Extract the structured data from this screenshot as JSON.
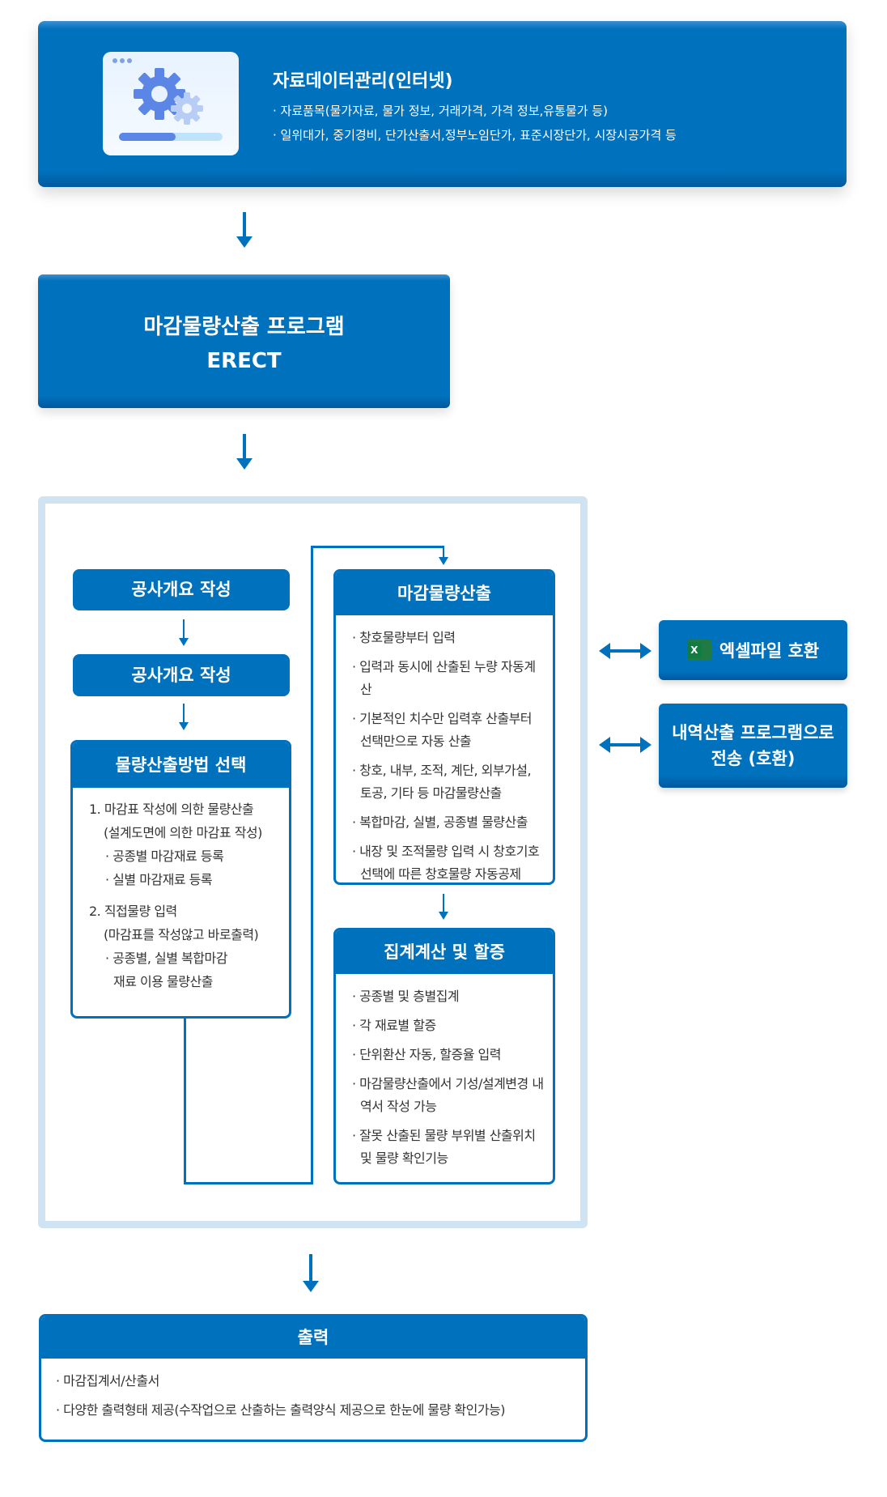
{
  "banner": {
    "title": "자료데이터관리(인터넷)",
    "lines": [
      "· 자료품목(물가자료, 물가 정보, 거래가격, 가격 정보,유통물가 등)",
      "· 일위대가, 중기경비, 단가산출서,정부노임단가, 표준시장단가, 시장시공가격 등"
    ],
    "icon": "gear-window-icon"
  },
  "program": {
    "title": "마감물량산출 프로그램",
    "name": "ERECT"
  },
  "left": {
    "step1": "공사개요 작성",
    "step2": "공사개요 작성",
    "method": {
      "title": "물량산출방법 선택",
      "lines": [
        "1. 마감표 작성에 의한 물량산출",
        "(설계도면에 의한 마감표 작성)",
        "· 공종별 마감재료 등록",
        "· 실별 마감재료 등록",
        "2. 직접물량 입력",
        "(마감표를 작성않고 바로출력)",
        "· 공종별, 실별 복합마감",
        "재료 이용 물량산출"
      ]
    }
  },
  "calc": {
    "title": "마감물량산출",
    "items": [
      "· 창호물량부터 입력",
      "· 입력과 동시에 산출된 누량 자동계산",
      "· 기본적인 치수만 입력후 산출부터 선택만으로 자동 산출",
      "· 창호, 내부, 조적, 계단, 외부가설, 토공, 기타 등 마감물량산출",
      "· 복합마감, 실별, 공종별 물량산출",
      "· 내장 및 조적물량 입력 시 창호기호 선택에 따른 창호물량 자동공제"
    ]
  },
  "sum": {
    "title": "집계계산 및 할증",
    "items": [
      "· 공종별 및 층별집계",
      "· 각 재료별 할증",
      "· 단위환산 자동, 할증율 입력",
      "· 마감물량산출에서 기성/설계변경 내역서 작성 가능",
      "· 잘못 산출된 물량 부위별 산출위치 및 물량 확인기능"
    ]
  },
  "side": {
    "excel": "엑셀파일 호환",
    "excel_icon": "X",
    "transfer": [
      "내역산출 프로그램으로",
      "전송 (호환)"
    ]
  },
  "output": {
    "title": "출력",
    "items": [
      "· 마감집계서/산출서",
      "· 다양한 출력형태 제공(수작업으로 산출하는 출력양식 제공으로 한눈에 물량 확인가능)"
    ]
  }
}
